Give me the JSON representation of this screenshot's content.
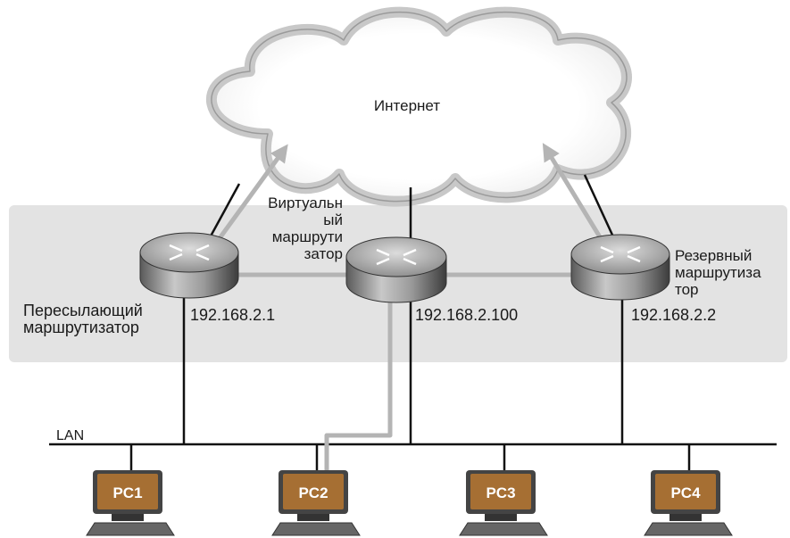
{
  "internet_label": "Интернет",
  "lan_label": "LAN",
  "routers": [
    {
      "id": "forwarding",
      "name": "Пересылающий маршрутизатор",
      "name_lines": [
        "Пересылающий",
        "маршрутизатор"
      ],
      "ip": "192.168.2.1"
    },
    {
      "id": "virtual",
      "name": "Виртуальный маршрутизатор",
      "name_lines": [
        "Виртуальн",
        "ый",
        "маршрути",
        "затор"
      ],
      "ip": "192.168.2.100"
    },
    {
      "id": "standby",
      "name": "Резервный маршрутизатор",
      "name_lines": [
        "Резервный",
        "маршрутиза",
        "тор"
      ],
      "ip": "192.168.2.2"
    }
  ],
  "pcs": [
    "PC1",
    "PC2",
    "PC3",
    "PC4"
  ],
  "colors": {
    "router_zone": "#e3e3e3",
    "traffic_path": "#b4b4b4",
    "link": "#111111",
    "pc_screen": "#a66f33",
    "pc_body": "#444444"
  },
  "icons": {
    "cloud": "cloud-icon",
    "router": "router-icon",
    "pc": "pc-icon"
  }
}
